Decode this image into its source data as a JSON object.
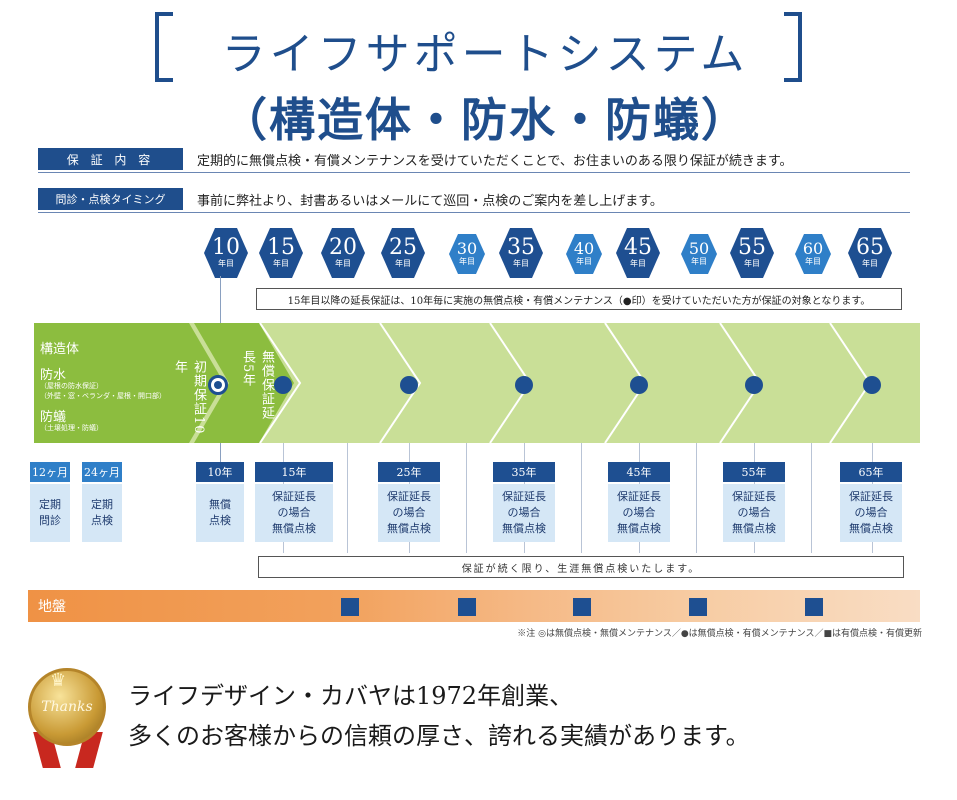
{
  "title": {
    "line1": "ライフサポートシステム",
    "line2": "（構造体・防水・防蟻）"
  },
  "info": {
    "guarantee_label": "保 証 内 容",
    "guarantee_text": "定期的に無償点検・有償メンテナンスを受けていただくことで、お住まいのある限り保証が続きます。",
    "timing_label": "問診・点検タイミング",
    "timing_text": "事前に弊社より、封書あるいはメールにて巡回・点検のご案内を差し上げます。"
  },
  "years": [
    {
      "num": "10",
      "unit": "年目",
      "size": "big"
    },
    {
      "num": "15",
      "unit": "年目",
      "size": "big"
    },
    {
      "num": "20",
      "unit": "年目",
      "size": "big"
    },
    {
      "num": "25",
      "unit": "年目",
      "size": "big"
    },
    {
      "num": "30",
      "unit": "年目",
      "size": "small"
    },
    {
      "num": "35",
      "unit": "年目",
      "size": "big"
    },
    {
      "num": "40",
      "unit": "年目",
      "size": "small"
    },
    {
      "num": "45",
      "unit": "年目",
      "size": "big"
    },
    {
      "num": "50",
      "unit": "年目",
      "size": "small"
    },
    {
      "num": "55",
      "unit": "年目",
      "size": "big"
    },
    {
      "num": "60",
      "unit": "年目",
      "size": "small"
    },
    {
      "num": "65",
      "unit": "年目",
      "size": "big"
    }
  ],
  "notice": "15年目以降の延長保証は、10年毎に実施の無償点検・有償メンテナンス（●印）を受けていただいた方が保証の対象となります。",
  "band": {
    "structure": "構造体",
    "waterproof": "防水",
    "waterproof_note1": "（屋根の防水保証）",
    "waterproof_note2": "（外壁・窓・ベランダ・屋根・開口部）",
    "termite": "防蟻",
    "termite_note": "（土壌処理・防蟻）",
    "initial": "初期保証10年",
    "extension": "無償保証延長5年"
  },
  "checkpoints": [
    {
      "year": "12ヶ月",
      "desc": "定期\n問診",
      "dark": false
    },
    {
      "year": "24ヶ月",
      "desc": "定期\n点検",
      "dark": false
    },
    {
      "year": "10年",
      "desc": "無償\n点検",
      "dark": true
    },
    {
      "year": "15年",
      "desc": "保証延長\nの場合\n無償点検",
      "dark": true
    },
    {
      "year": "25年",
      "desc": "保証延長\nの場合\n無償点検",
      "dark": true
    },
    {
      "year": "35年",
      "desc": "保証延長\nの場合\n無償点検",
      "dark": true
    },
    {
      "year": "45年",
      "desc": "保証延長\nの場合\n無償点検",
      "dark": true
    },
    {
      "year": "55年",
      "desc": "保証延長\nの場合\n無償点検",
      "dark": true
    },
    {
      "year": "65年",
      "desc": "保証延長\nの場合\n無償点検",
      "dark": true
    }
  ],
  "guarantee_line": "保証が続く限り、生涯無償点検いたします。",
  "ground": {
    "label": "地盤"
  },
  "legend": "※注 ◎は無償点検・無償メンテナンス／●は無償点検・有償メンテナンス／■は有償点検・有償更新",
  "medal": {
    "text": "Thanks"
  },
  "closing": {
    "line1": "ライフデザイン・カバヤは1972年創業、",
    "line2": "多くのお客様からの信頼の厚さ、誇れる実績があります。"
  },
  "colors": {
    "navy": "#1e4f91",
    "blue": "#2f7fc8",
    "green_dark": "#8cbd3f",
    "green_light": "#c9df97",
    "orange": "#ef9245"
  }
}
